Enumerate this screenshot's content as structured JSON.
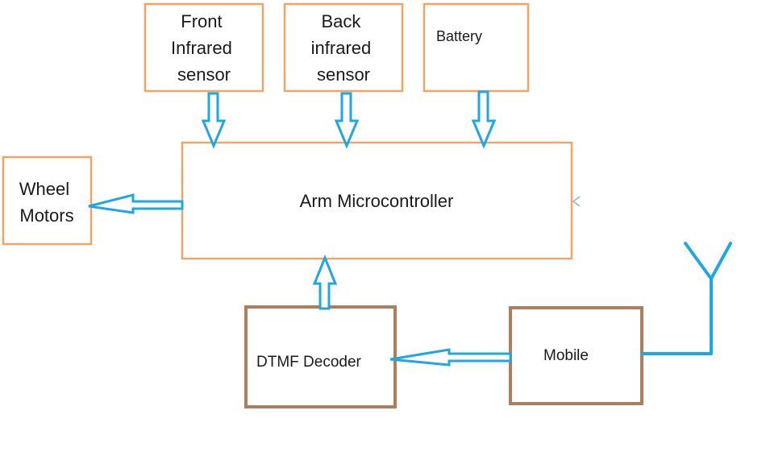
{
  "colors": {
    "orange_border": "#f4a460",
    "brown_border": "#b07d5a",
    "arrow_blue": "#1ea7e1",
    "text": "#1a1a1a"
  },
  "boxes": {
    "front_ir": {
      "lines": [
        "Front",
        "Infrared",
        "sensor"
      ]
    },
    "back_ir": {
      "lines": [
        "Back",
        "infrared",
        "sensor"
      ]
    },
    "battery": {
      "lines": [
        "Battery"
      ]
    },
    "wheel_motors": {
      "lines": [
        "Wheel",
        "Motors"
      ]
    },
    "arm_mcu": {
      "lines": [
        "Arm Microcontroller"
      ]
    },
    "dtmf": {
      "lines": [
        "DTMF Decoder"
      ]
    },
    "mobile": {
      "lines": [
        "Mobile"
      ]
    }
  },
  "icons": {
    "antenna": "antenna-icon"
  }
}
